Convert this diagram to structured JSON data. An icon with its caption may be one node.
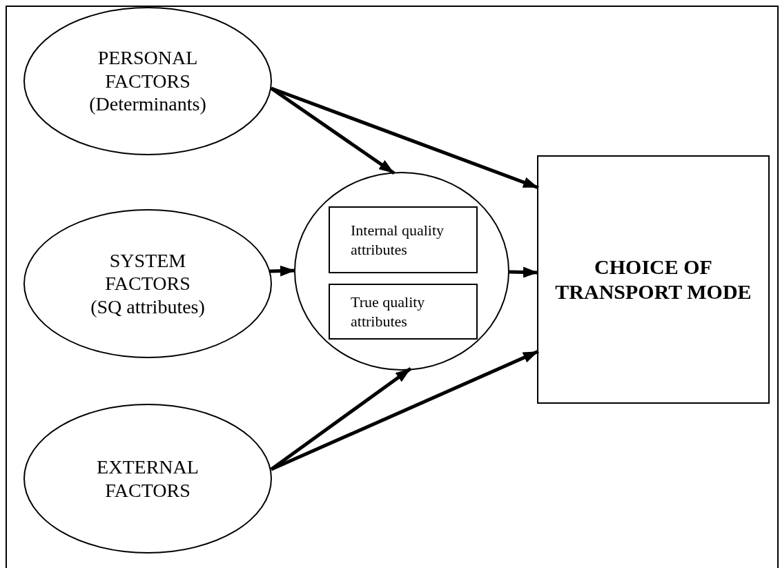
{
  "diagram": {
    "nodes": [
      {
        "text": [
          "PERSONAL FACTORS",
          "(Determinants)"
        ]
      },
      {
        "text": [
          "SYSTEM FACTORS",
          "(SQ attributes)"
        ]
      },
      {
        "text": [
          "EXTERNAL FACTORS"
        ]
      },
      {
        "text": [],
        "shape": "circle"
      },
      {
        "text": [
          "Internal quality attributes"
        ],
        "in": 3
      },
      {
        "text": [
          "True quality attributes"
        ],
        "in": 3
      },
      {
        "text": [
          "CHOICE OF TRANSPORT MODE"
        ]
      }
    ],
    "edges": [
      {
        "from": 0,
        "to": 3,
        "arrow": "to"
      },
      {
        "from": 0,
        "to": 6,
        "arrow": "to"
      },
      {
        "from": 1,
        "to": 3,
        "arrow": "to"
      },
      {
        "from": 3,
        "to": 6,
        "arrow": "to"
      },
      {
        "from": 2,
        "to": 3,
        "arrow": "to"
      },
      {
        "from": 2,
        "to": 6,
        "arrow": "to"
      }
    ]
  }
}
